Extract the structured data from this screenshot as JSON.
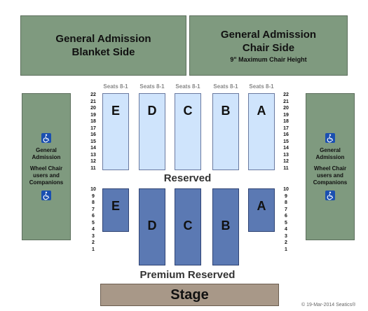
{
  "ga_blanket": {
    "line1": "General Admission",
    "line2": "Blanket Side"
  },
  "ga_chair": {
    "line1": "General Admission",
    "line2": "Chair Side",
    "note": "9\" Maximum Chair Height"
  },
  "side_left": {
    "line1": "General",
    "line2": "Admission",
    "line3": "Wheel Chair",
    "line4": "users and",
    "line5": "Companions"
  },
  "side_right": {
    "line1": "General",
    "line2": "Admission",
    "line3": "Wheel Chair",
    "line4": "users and",
    "line5": "Companions"
  },
  "section_labels": [
    "Seats 8-1",
    "Seats 8-1",
    "Seats 8-1",
    "Seats 8-1",
    "Seats 8-1"
  ],
  "reserved_sections": [
    "E",
    "D",
    "C",
    "B",
    "A"
  ],
  "premium_sections": [
    "E",
    "D",
    "C",
    "B",
    "A"
  ],
  "rows_upper": [
    "22",
    "21",
    "20",
    "19",
    "18",
    "17",
    "16",
    "15",
    "14",
    "13",
    "12",
    "11"
  ],
  "rows_lower": [
    "10",
    "9",
    "8",
    "7",
    "6",
    "5",
    "4",
    "3",
    "2",
    "1"
  ],
  "labels": {
    "reserved": "Reserved",
    "premium": "Premium Reserved",
    "stage": "Stage"
  },
  "credit": "© 19-Mar-2014 Seatics®",
  "colors": {
    "general_admission": "#7f9a7f",
    "reserved": "#cfe4fc",
    "premium_reserved": "#5b79b3",
    "stage": "#a89888",
    "wheelchair_icon": "#1a4fb0"
  }
}
